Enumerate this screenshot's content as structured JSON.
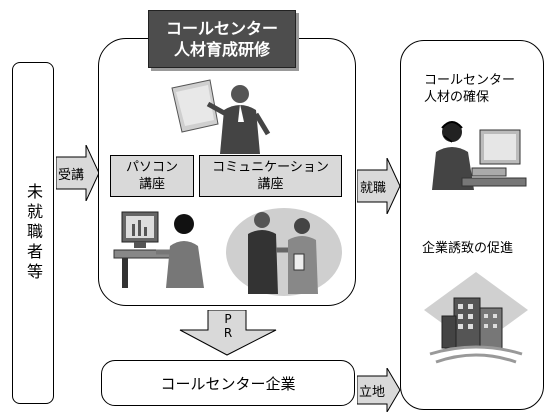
{
  "training_title": [
    "コールセンター",
    "人材育成研修"
  ],
  "left_box": "未就職者等",
  "arrow_enroll": "受講",
  "course_pc": [
    "パソコン",
    "講座"
  ],
  "course_comm": [
    "コミュニケーション",
    "講座"
  ],
  "arrow_employment": "就職",
  "arrow_pr": [
    "P",
    "R"
  ],
  "bottom_box": "コールセンター企業",
  "arrow_location": "立地",
  "right_top": [
    "コールセンター",
    "人材の確保"
  ],
  "right_mid": "企業誘致の促進",
  "icons": [
    "presenter-icon",
    "pc-user-icon",
    "handshake-icon",
    "operator-icon",
    "buildings-icon"
  ]
}
